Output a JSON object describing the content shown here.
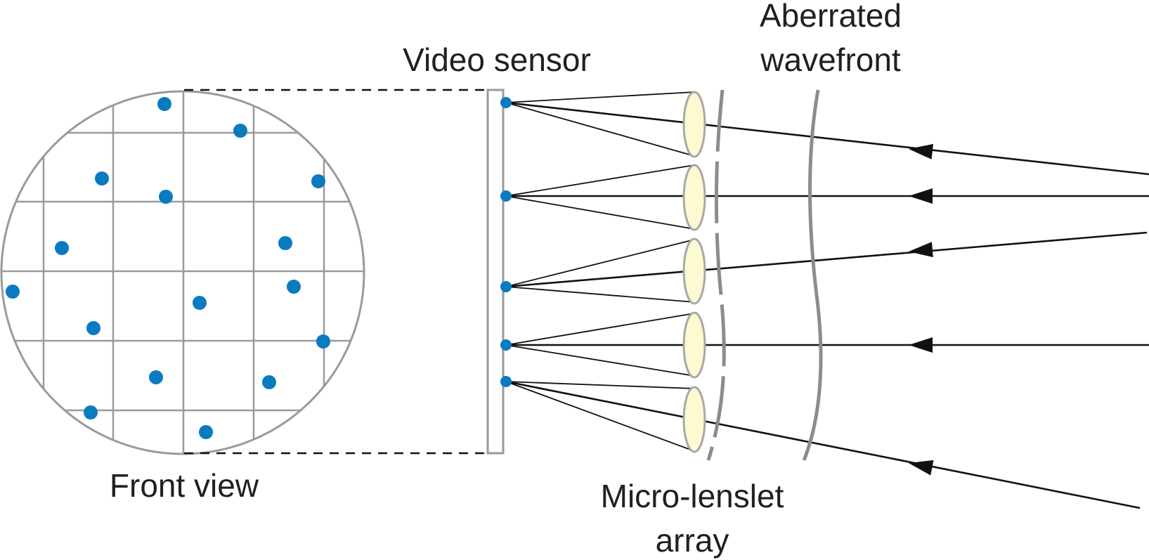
{
  "labels": {
    "video_sensor": "Video sensor",
    "aberrated_line1": "Aberrated",
    "aberrated_line2": "wavefront",
    "front_view": "Front view",
    "microlens_line1": "Micro-lenslet",
    "microlens_line2": "array"
  },
  "colors": {
    "spot": "#0a7bc1",
    "grid": "#9a9a9a",
    "lens_fill": "#fdf9d0",
    "lens_stroke": "#a8a8a8",
    "ray": "#111111",
    "wavefront": "#8c8c8c",
    "text": "#231f20"
  }
}
